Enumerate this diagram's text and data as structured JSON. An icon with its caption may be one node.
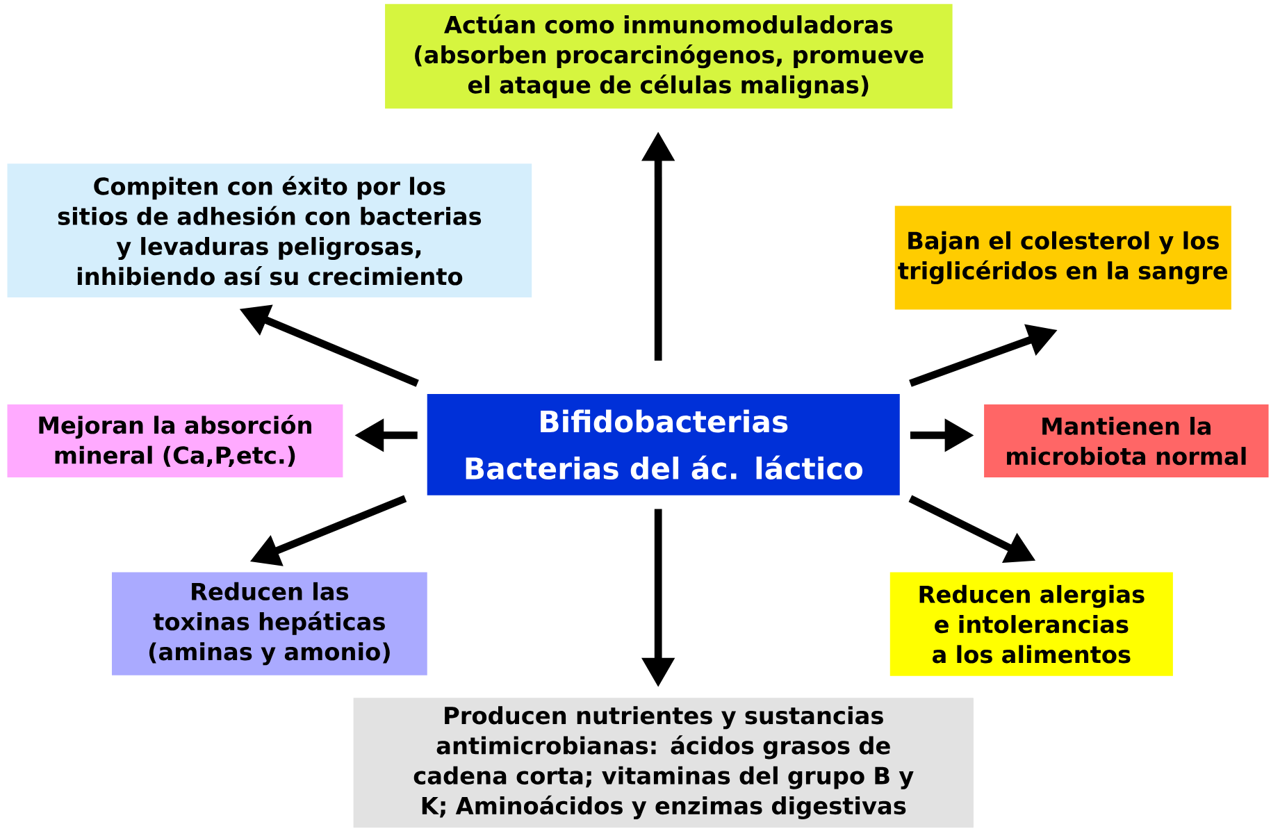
{
  "diagram": {
    "nodes": [
      {
        "text": [
          "Bifidobacterias",
          "Bacterias del ác. láctico"
        ]
      },
      {
        "text": [
          "Actúan como inmunomoduladoras (absorben procarcinógenos, promueve el ataque de células malignas)"
        ]
      },
      {
        "text": [
          "Compiten con éxito por los sitios de adhesión con bacterias y levaduras peligrosas, inhibiendo así su crecimiento"
        ]
      },
      {
        "text": [
          "Bajan el colesterol y los triglicéridos en la sangre"
        ]
      },
      {
        "text": [
          "Mejoran la absorción mineral (Ca,P,etc.)"
        ]
      },
      {
        "text": [
          "Mantienen la microbiota normal"
        ]
      },
      {
        "text": [
          "Reducen las toxinas hepáticas (aminas y amonio)"
        ]
      },
      {
        "text": [
          "Reducen alergias e intolerancias a los alimentos"
        ]
      },
      {
        "text": [
          "Producen nutrientes y sustancias antimicrobianas: ácidos grasos de cadena corta; vitaminas del grupo B y K; Aminoácidos y enzimas digestivas"
        ]
      }
    ],
    "edges": [
      {
        "from": 0,
        "to": 1,
        "arrow": "to"
      },
      {
        "from": 0,
        "to": 2,
        "arrow": "to"
      },
      {
        "from": 0,
        "to": 3,
        "arrow": "to"
      },
      {
        "from": 0,
        "to": 4,
        "arrow": "to"
      },
      {
        "from": 0,
        "to": 5,
        "arrow": "to"
      },
      {
        "from": 0,
        "to": 6,
        "arrow": "to"
      },
      {
        "from": 0,
        "to": 7,
        "arrow": "to"
      },
      {
        "from": 0,
        "to": 8,
        "arrow": "to"
      }
    ]
  }
}
